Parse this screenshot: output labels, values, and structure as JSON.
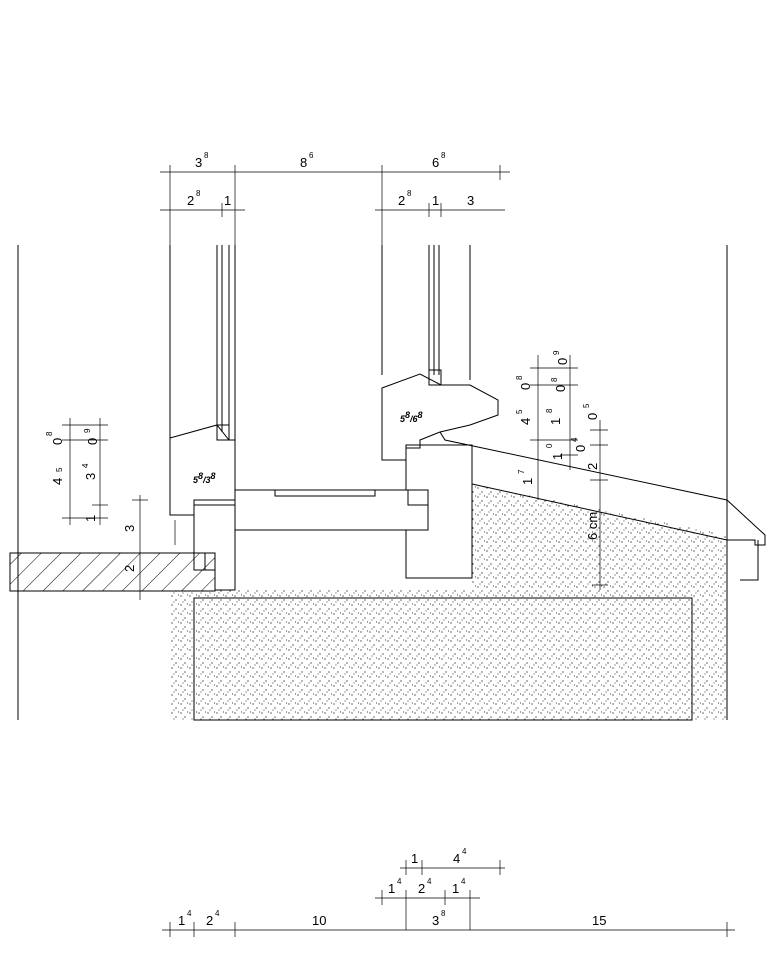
{
  "top_dims_row1": [
    {
      "base": "3",
      "sup": "8"
    },
    {
      "base": "8",
      "sup": "6"
    },
    {
      "base": "6",
      "sup": "8"
    }
  ],
  "top_dims_row2": [
    {
      "base": "2",
      "sup": "8"
    },
    {
      "base": "1",
      "sup": ""
    },
    {
      "base": "2",
      "sup": "8"
    },
    {
      "base": "1",
      "sup": ""
    },
    {
      "base": "3",
      "sup": ""
    }
  ],
  "left_dims": [
    {
      "base": "4",
      "sup": "5"
    },
    {
      "base": "0",
      "sup": "8"
    },
    {
      "base": "3",
      "sup": "4"
    },
    {
      "base": "0",
      "sup": "9"
    },
    {
      "base": "1",
      "sup": ""
    },
    {
      "base": "3",
      "sup": ""
    },
    {
      "base": "2",
      "sup": ""
    }
  ],
  "right_dims": [
    {
      "base": "4",
      "sup": "5"
    },
    {
      "base": "0",
      "sup": "8"
    },
    {
      "base": "1",
      "sup": "8"
    },
    {
      "base": "0",
      "sup": "8"
    },
    {
      "base": "0",
      "sup": "9"
    },
    {
      "base": "0",
      "sup": "5"
    },
    {
      "base": "1",
      "sup": "0"
    },
    {
      "base": "0",
      "sup": "4"
    },
    {
      "base": "1",
      "sup": "7"
    },
    {
      "base": "2",
      "sup": ""
    },
    {
      "base": "6 cm",
      "sup": ""
    }
  ],
  "profile_labels": [
    {
      "text": "5",
      "sup": "8",
      "tail": "/3",
      "tail_sup": "8"
    },
    {
      "text": "5",
      "sup": "8",
      "tail": "/6",
      "tail_sup": "8"
    }
  ],
  "bottom_dims_row1": [
    {
      "base": "1",
      "sup": ""
    },
    {
      "base": "4",
      "sup": "4"
    }
  ],
  "bottom_dims_row2": [
    {
      "base": "1",
      "sup": "4"
    },
    {
      "base": "2",
      "sup": "4"
    },
    {
      "base": "1",
      "sup": "4"
    }
  ],
  "bottom_dims_row3": [
    {
      "base": "1",
      "sup": "4"
    },
    {
      "base": "2",
      "sup": "4"
    },
    {
      "base": "10",
      "sup": ""
    },
    {
      "base": "3",
      "sup": "8"
    },
    {
      "base": "15",
      "sup": ""
    }
  ]
}
